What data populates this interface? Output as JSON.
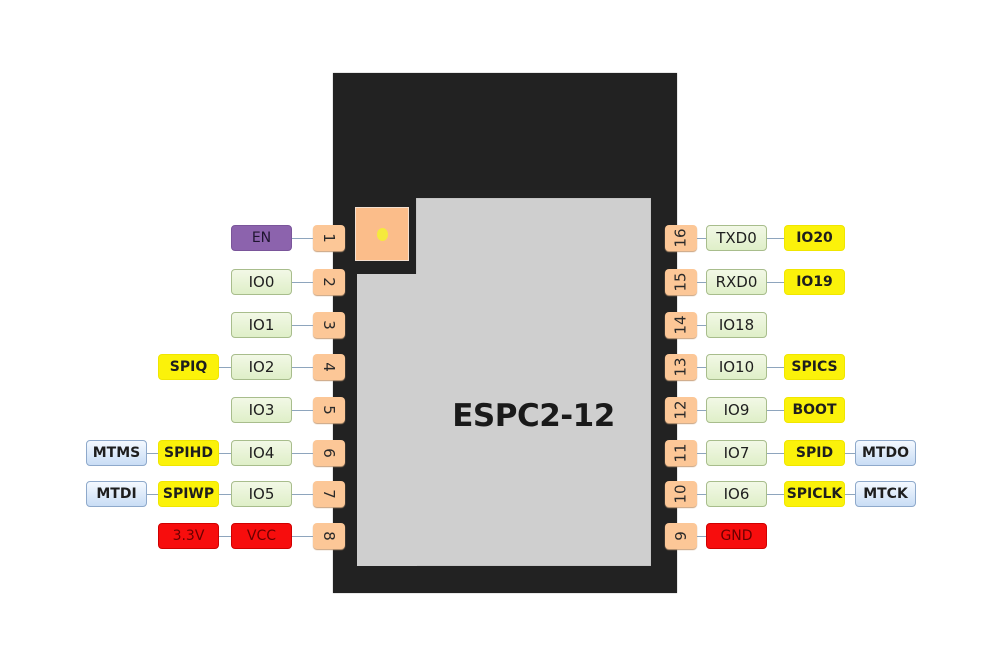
{
  "title": "ESPC2-12",
  "colors": {
    "chip_body": "#222222",
    "shield": "#cfcfcf",
    "pin_pad": "#fcc797",
    "gpio_label": "#e6f2d3",
    "alt_function": "#fbf20a",
    "jtag": "#d6e6fa",
    "power": "#f70d0d",
    "enable": "#8c63ad"
  },
  "left_pins": [
    {
      "number": "1",
      "labels": [
        {
          "text": "EN",
          "kind": "en"
        }
      ]
    },
    {
      "number": "2",
      "labels": [
        {
          "text": "IO0",
          "kind": "io"
        }
      ]
    },
    {
      "number": "3",
      "labels": [
        {
          "text": "IO1",
          "kind": "io"
        }
      ]
    },
    {
      "number": "4",
      "labels": [
        {
          "text": "IO2",
          "kind": "io"
        },
        {
          "text": "SPIQ",
          "kind": "alt"
        }
      ]
    },
    {
      "number": "5",
      "labels": [
        {
          "text": "IO3",
          "kind": "io"
        }
      ]
    },
    {
      "number": "6",
      "labels": [
        {
          "text": "IO4",
          "kind": "io"
        },
        {
          "text": "SPIHD",
          "kind": "alt"
        },
        {
          "text": "MTMS",
          "kind": "jtag"
        }
      ]
    },
    {
      "number": "7",
      "labels": [
        {
          "text": "IO5",
          "kind": "io"
        },
        {
          "text": "SPIWP",
          "kind": "alt"
        },
        {
          "text": "MTDI",
          "kind": "jtag"
        }
      ]
    },
    {
      "number": "8",
      "labels": [
        {
          "text": "VCC",
          "kind": "power"
        },
        {
          "text": "3.3V",
          "kind": "power"
        }
      ]
    }
  ],
  "right_pins": [
    {
      "number": "16",
      "labels": [
        {
          "text": "TXD0",
          "kind": "io"
        },
        {
          "text": "IO20",
          "kind": "alt"
        }
      ]
    },
    {
      "number": "15",
      "labels": [
        {
          "text": "RXD0",
          "kind": "io"
        },
        {
          "text": "IO19",
          "kind": "alt"
        }
      ]
    },
    {
      "number": "14",
      "labels": [
        {
          "text": "IO18",
          "kind": "io"
        }
      ]
    },
    {
      "number": "13",
      "labels": [
        {
          "text": "IO10",
          "kind": "io"
        },
        {
          "text": "SPICS",
          "kind": "alt"
        }
      ]
    },
    {
      "number": "12",
      "labels": [
        {
          "text": "IO9",
          "kind": "io"
        },
        {
          "text": "BOOT",
          "kind": "alt"
        }
      ]
    },
    {
      "number": "11",
      "labels": [
        {
          "text": "IO7",
          "kind": "io"
        },
        {
          "text": "SPID",
          "kind": "alt"
        },
        {
          "text": "MTDO",
          "kind": "jtag"
        }
      ]
    },
    {
      "number": "10",
      "labels": [
        {
          "text": "IO6",
          "kind": "io"
        },
        {
          "text": "SPICLK",
          "kind": "alt"
        },
        {
          "text": "MTCK",
          "kind": "jtag"
        }
      ]
    },
    {
      "number": "9",
      "labels": [
        {
          "text": "GND",
          "kind": "power"
        }
      ]
    }
  ]
}
